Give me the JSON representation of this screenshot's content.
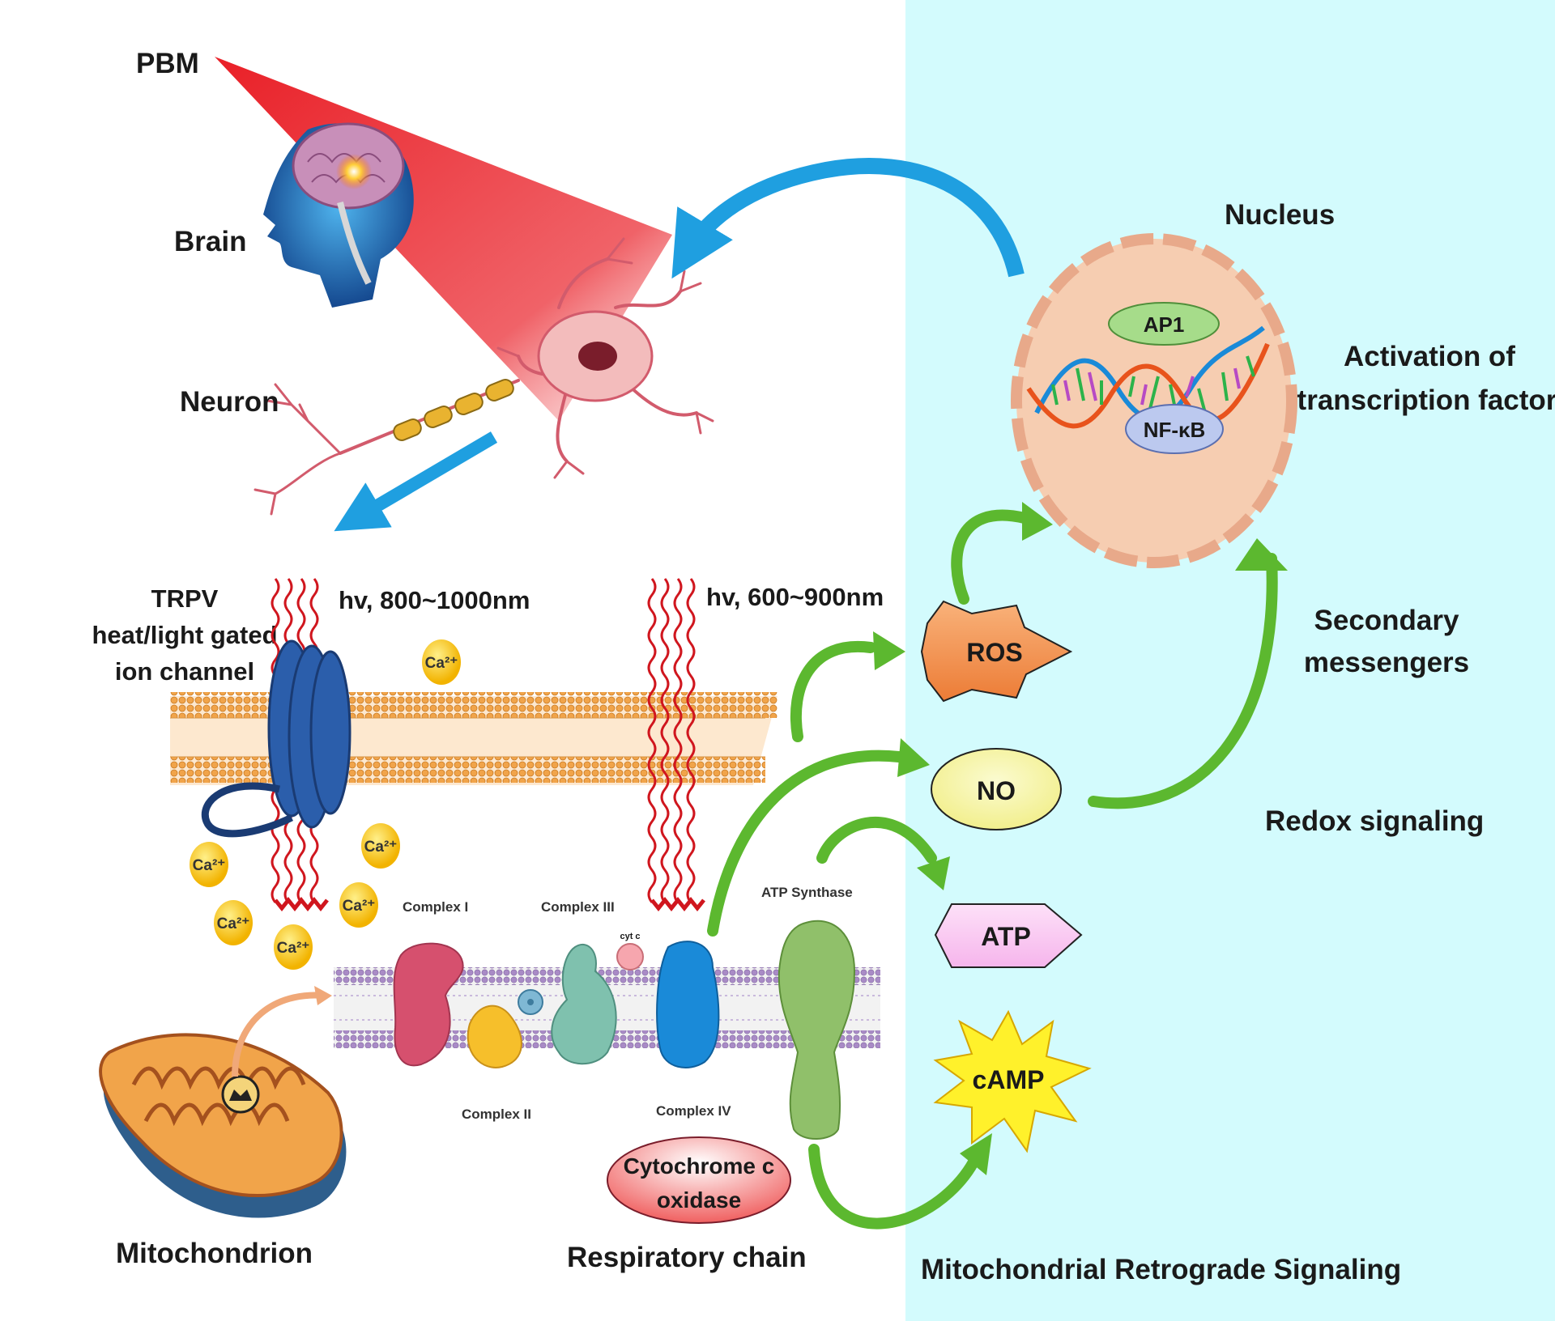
{
  "labels": {
    "pbm": "PBM",
    "brain": "Brain",
    "neuron": "Neuron",
    "trpv_line1": "TRPV",
    "trpv_line2": "heat/light gated",
    "trpv_line3": "ion channel",
    "hv1": "hv, 800~1000nm",
    "hv2": "hv, 600~900nm",
    "mitochondrion": "Mitochondrion",
    "respiratory_chain": "Respiratory chain",
    "retrograde": "Mitochondrial Retrograde Signaling",
    "nucleus": "Nucleus",
    "activation_line1": "Activation of",
    "activation_line2": "transcription factor",
    "secondary_line1": "Secondary",
    "secondary_line2": "messengers",
    "redox": "Redox signaling"
  },
  "complexes": {
    "c1": "Complex I",
    "c2": "Complex II",
    "c3": "Complex III",
    "c4": "Complex IV",
    "atp_synthase": "ATP Synthase",
    "cytc": "cyt c"
  },
  "cytochrome": {
    "line1": "Cytochrome c",
    "line2": "oxidase"
  },
  "messengers": {
    "ros": "ROS",
    "no": "NO",
    "atp": "ATP",
    "camp": "cAMP"
  },
  "factors": {
    "ap1": "AP1",
    "nfkb": "NF-κB"
  },
  "calcium": "Ca²⁺",
  "colors": {
    "right_panel": "#d3fbfd",
    "beam": "#e8141c",
    "blue_arrow": "#1f9fe0",
    "green_arrow": "#5cb82f",
    "membrane": "#f1a44a",
    "nucleus": "#f6cdb1",
    "protein_blue": "#2b5eab"
  }
}
